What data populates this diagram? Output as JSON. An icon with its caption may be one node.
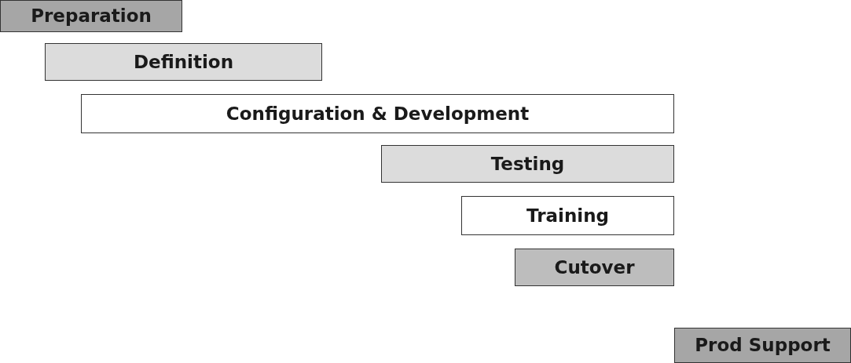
{
  "diagram": {
    "nodes": [
      {
        "text": [
          "Preparation"
        ]
      },
      {
        "text": [
          "Definition"
        ]
      },
      {
        "text": [
          "Configuration & Development"
        ]
      },
      {
        "text": [
          "Testing"
        ]
      },
      {
        "text": [
          "Training"
        ]
      },
      {
        "text": [
          "Cutover"
        ]
      },
      {
        "text": [
          "Prod Support"
        ]
      }
    ]
  }
}
